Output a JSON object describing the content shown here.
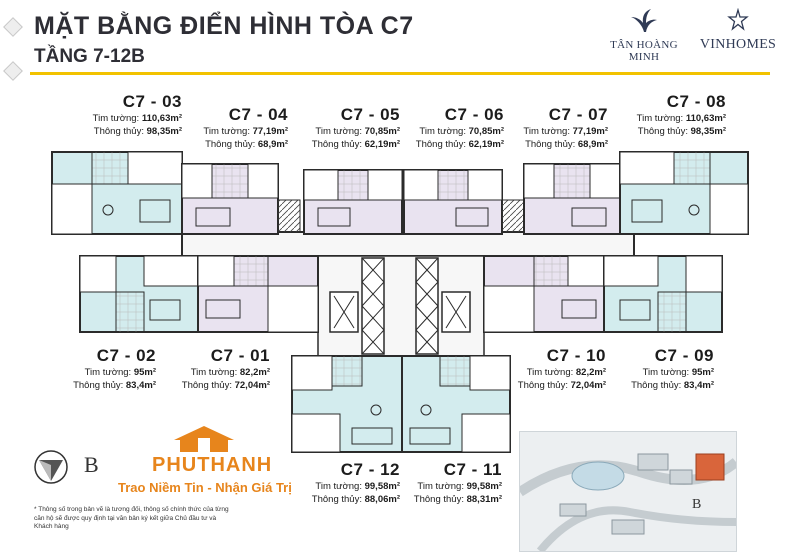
{
  "header": {
    "title": "MẶT BẰNG ĐIỂN HÌNH TÒA C7",
    "subtitle": "TẦNG 7-12B"
  },
  "logos": {
    "left": "TÂN HOÀNG MINH",
    "right": "VINHOMES"
  },
  "area_labels": {
    "gross_prefix": "Tim tường:",
    "net_prefix": "Thông thủy:"
  },
  "units": [
    {
      "code": "C7 - 03",
      "gross": "110,63m²",
      "net": "98,35m²"
    },
    {
      "code": "C7 - 04",
      "gross": "77,19m²",
      "net": "68,9m²"
    },
    {
      "code": "C7 - 05",
      "gross": "70,85m²",
      "net": "62,19m²"
    },
    {
      "code": "C7 - 06",
      "gross": "70,85m²",
      "net": "62,19m²"
    },
    {
      "code": "C7 - 07",
      "gross": "77,19m²",
      "net": "68,9m²"
    },
    {
      "code": "C7 - 08",
      "gross": "110,63m²",
      "net": "98,35m²"
    },
    {
      "code": "C7 - 02",
      "gross": "95m²",
      "net": "83,4m²"
    },
    {
      "code": "C7 - 01",
      "gross": "82,2m²",
      "net": "72,04m²"
    },
    {
      "code": "C7 - 10",
      "gross": "82,2m²",
      "net": "72,04m²"
    },
    {
      "code": "C7 - 09",
      "gross": "95m²",
      "net": "83,4m²"
    },
    {
      "code": "C7 - 12",
      "gross": "99,58m²",
      "net": "88,06m²"
    },
    {
      "code": "C7 - 11",
      "gross": "99,58m²",
      "net": "88,31m²"
    }
  ],
  "compass_label": "B",
  "minimap_label": "B",
  "agency": {
    "name": "PHUTHANH",
    "slogan": "Trao Niềm Tin - Nhận Giá Trị"
  },
  "footnote": "* Thông số trong bản vẽ là tương đối, thông số chính thức của từng căn hộ sẽ được quy định tại văn bản ký kết giữa Chủ đầu tư và Khách hàng",
  "colors": {
    "accent_rule": "#f2c200",
    "unit_fill_corner": "#d3ecee",
    "unit_fill_mid": "#e9e3f0",
    "wall": "#2b2b2b",
    "agency": "#e7851c"
  }
}
